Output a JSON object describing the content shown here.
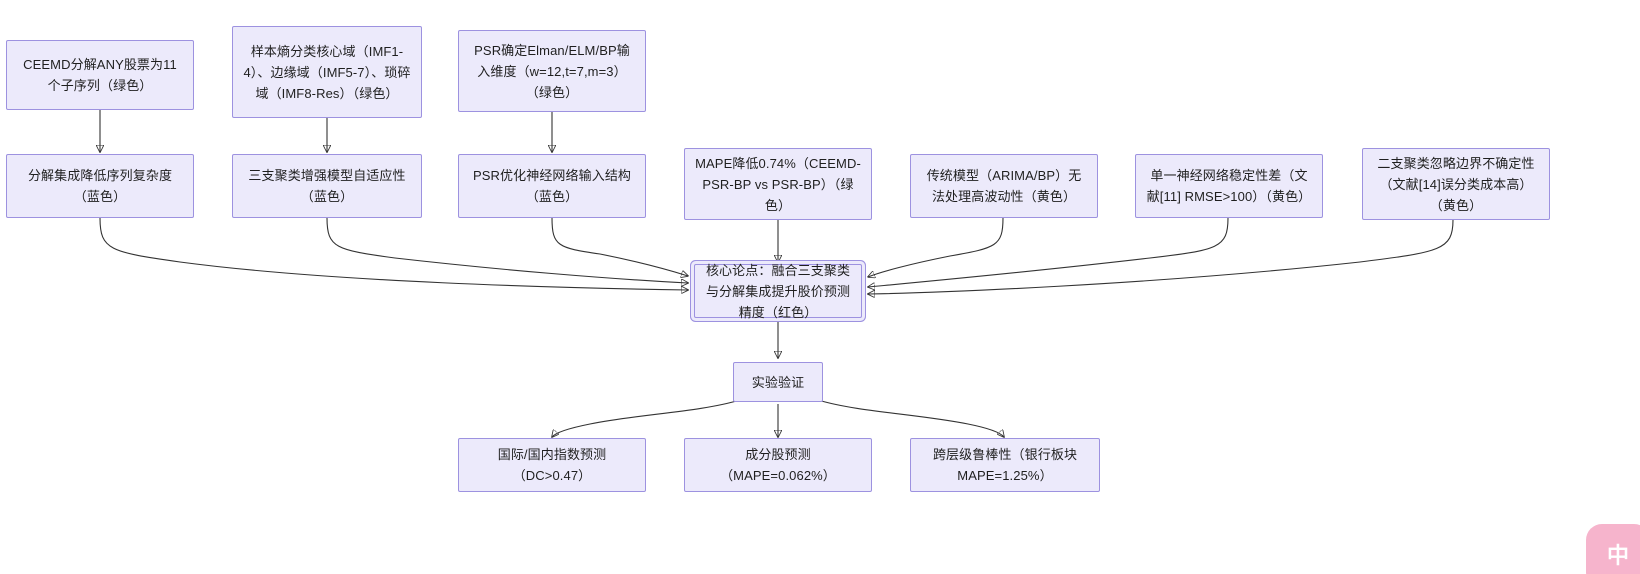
{
  "diagram": {
    "type": "flowchart",
    "direction": "top-to-bottom",
    "background_color": "#ffffff",
    "node_fill_color": "#ECEAFB",
    "node_border_color": "#9D92E0",
    "edge_color": "#333333"
  },
  "nodes": {
    "method_ceemd": "CEEMD分解ANY股票为11个子序列（绿色）",
    "method_sampen": "样本熵分类核心域（IMF1-4）、边缘域（IMF5-7）、琐碎域（IMF8-Res）（绿色）",
    "method_psr": "PSR确定Elman/ELM/BP输入维度（w=12,t=7,m=3）（绿色）",
    "claim_decomp": "分解集成降低序列复杂度（蓝色）",
    "claim_cluster": "三支聚类增强模型自适应性（蓝色）",
    "claim_psr": "PSR优化神经网络输入结构（蓝色）",
    "evidence_mape": "MAPE降低0.74%（CEEMD-PSR-BP vs PSR-BP）（绿色）",
    "gap_arima": "传统模型（ARIMA/BP）无法处理高波动性（黄色）",
    "gap_single_nn": "单一神经网络稳定性差（文献[11] RMSE>100）（黄色）",
    "gap_two_way": "二支聚类忽略边界不确定性（文献[14]误分类成本高）（黄色）",
    "core_thesis": "核心论点：融合三支聚类与分解集成提升股价预测精度（红色）",
    "experiment": "实验验证",
    "result_index": "国际/国内指数预测（DC>0.47）",
    "result_constituent": "成分股预测（MAPE=0.062%）",
    "result_robust": "跨层级鲁棒性（银行板块MAPE=1.25%）"
  },
  "watermark": {
    "text": "中"
  }
}
